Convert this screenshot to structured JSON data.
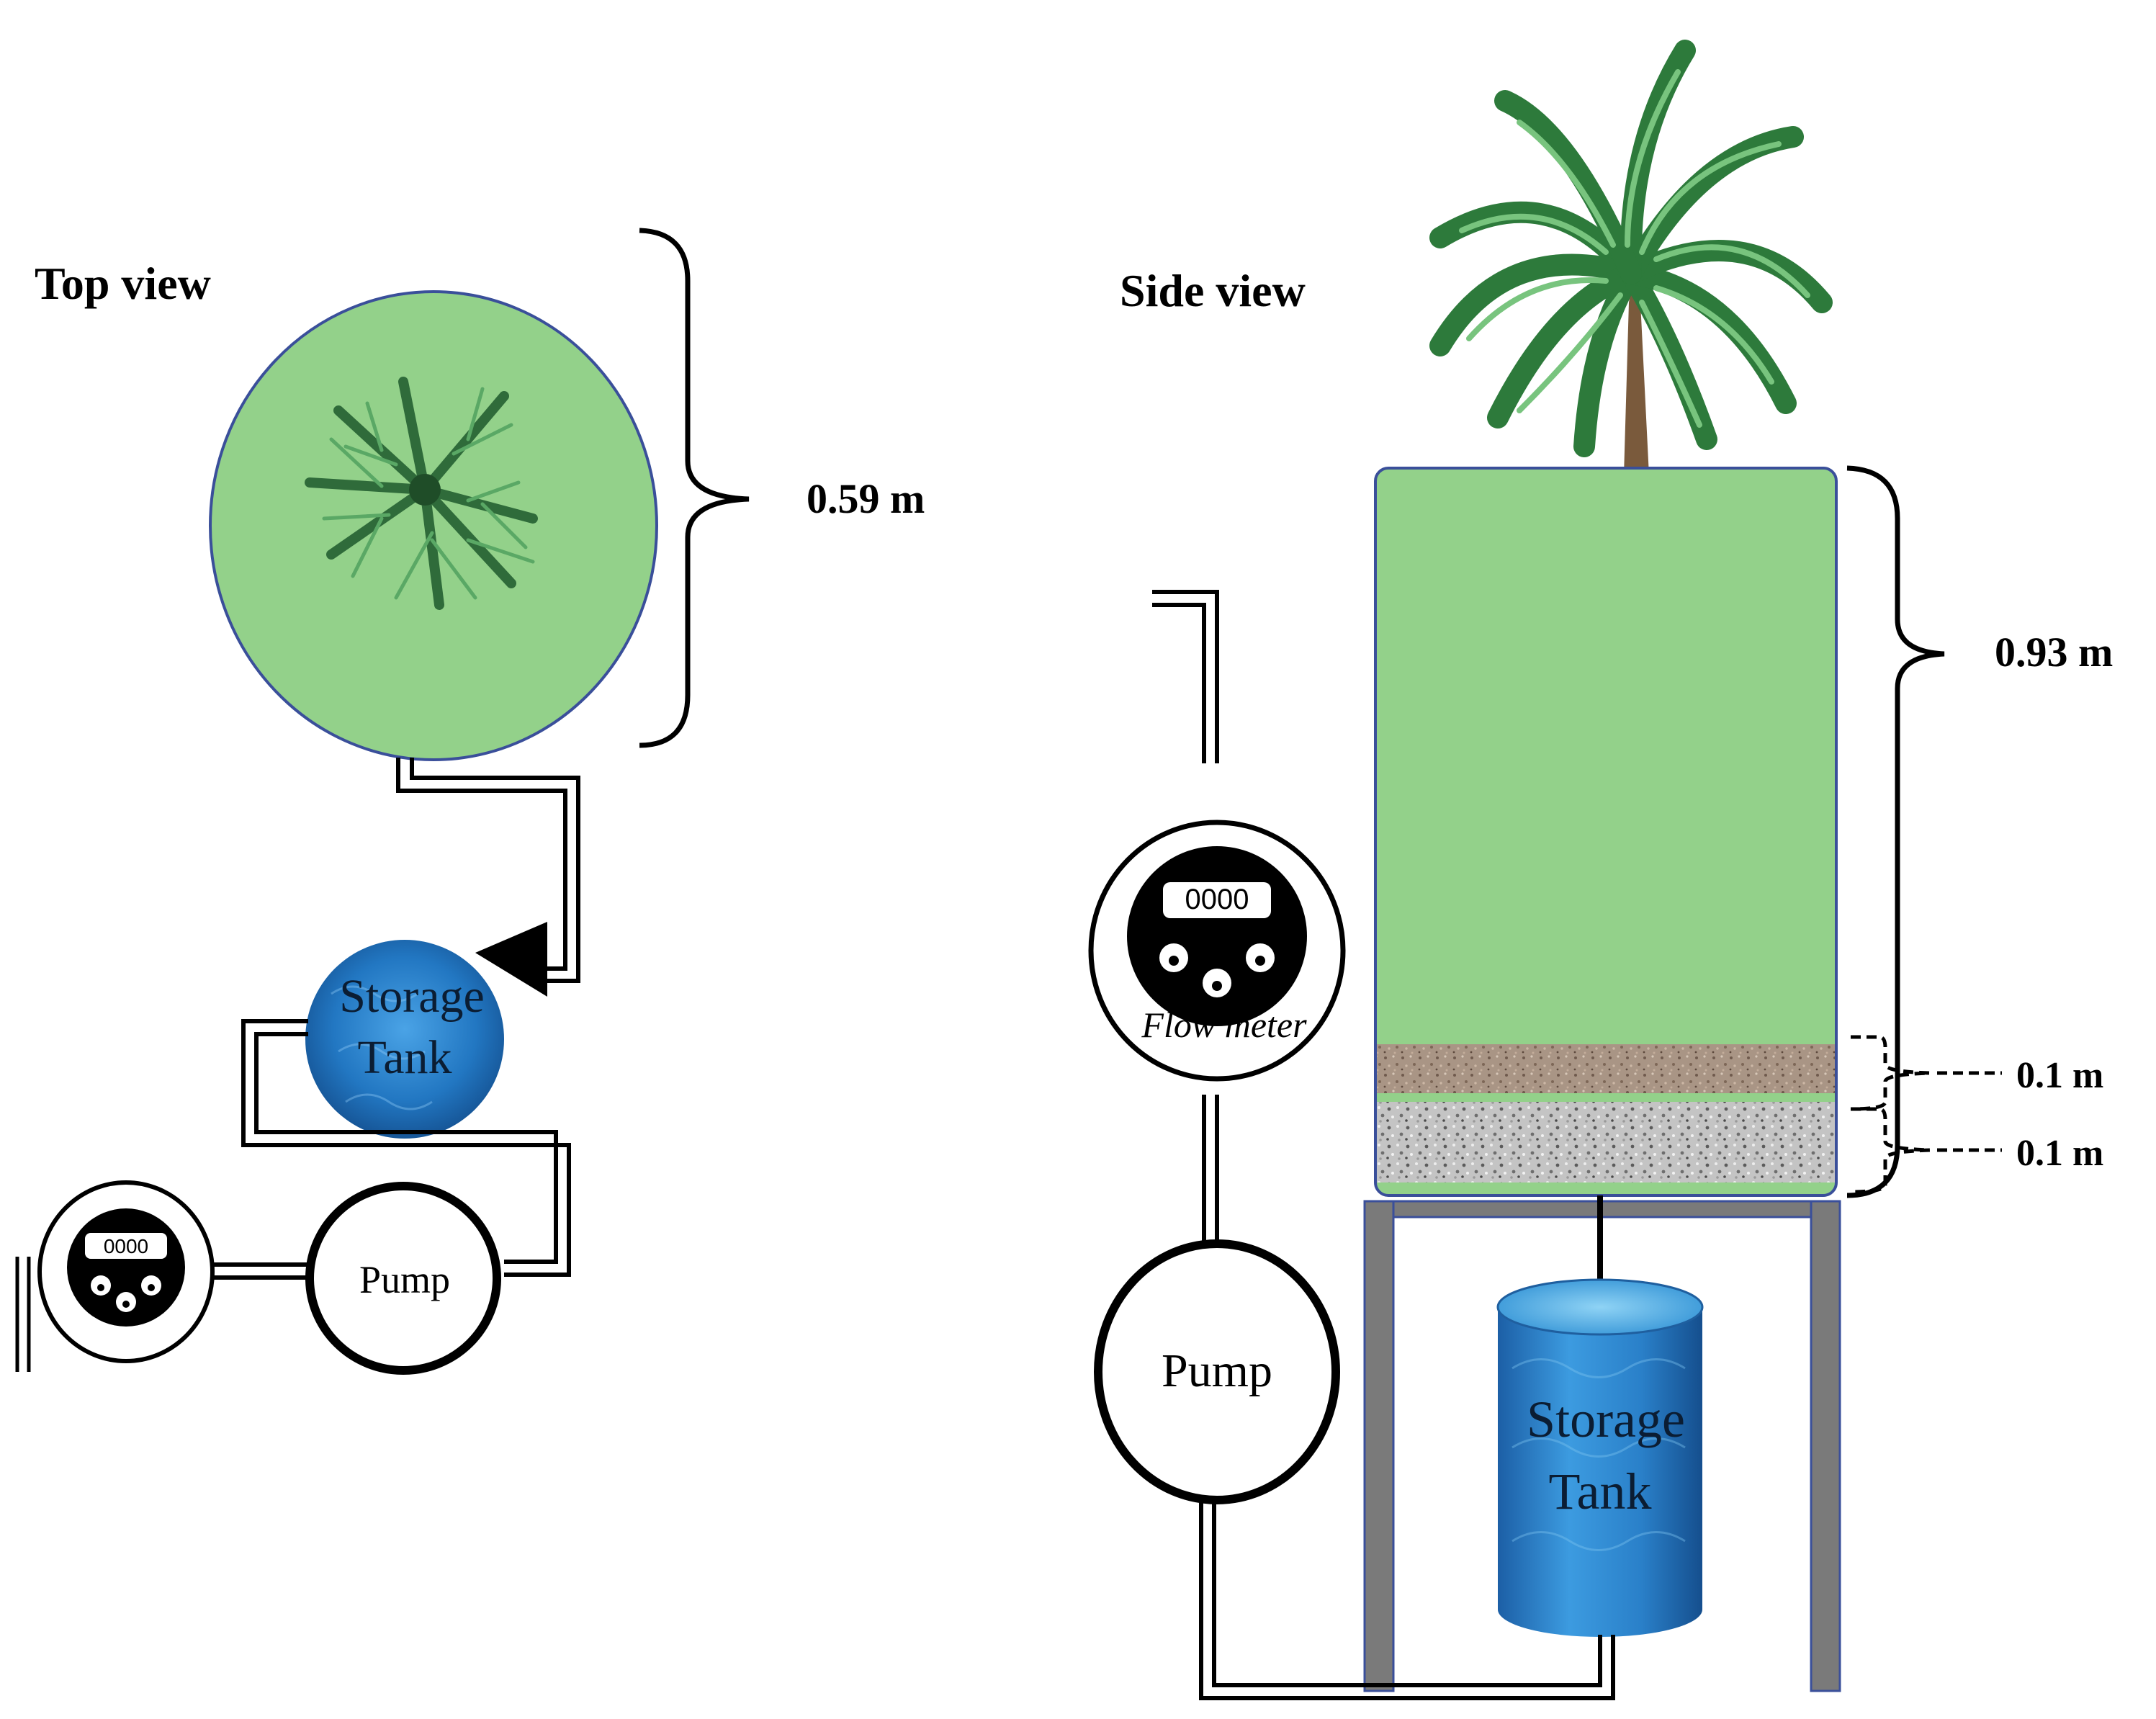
{
  "top_view": {
    "title": "Top view",
    "diameter_label": "0.59 m",
    "storage_tank_line1": "Storage",
    "storage_tank_line2": "Tank",
    "pump_label": "Pump"
  },
  "side_view": {
    "title": "Side view",
    "height_label": "0.93 m",
    "layer1_label": "0.1 m",
    "layer2_label": "0.1 m",
    "flow_meter_label": "Flow meter",
    "meter_display": "0000",
    "pump_label": "Pump",
    "storage_tank_line1": "Storage",
    "storage_tank_line2": "Tank"
  },
  "top_meter_display": "0000",
  "colors": {
    "planter_green": "#93d18a",
    "planter_border": "#3a4f9a",
    "water_blue": "#2a7cc7",
    "gravel_brown": "#a89080",
    "gravel_grey": "#b8b8b8",
    "stand_grey": "#7a7a7a",
    "palm_green": "#3d8a4a"
  },
  "icons": [
    "palm-tree-icon",
    "flow-meter-icon",
    "pump-icon",
    "storage-tank-icon"
  ]
}
